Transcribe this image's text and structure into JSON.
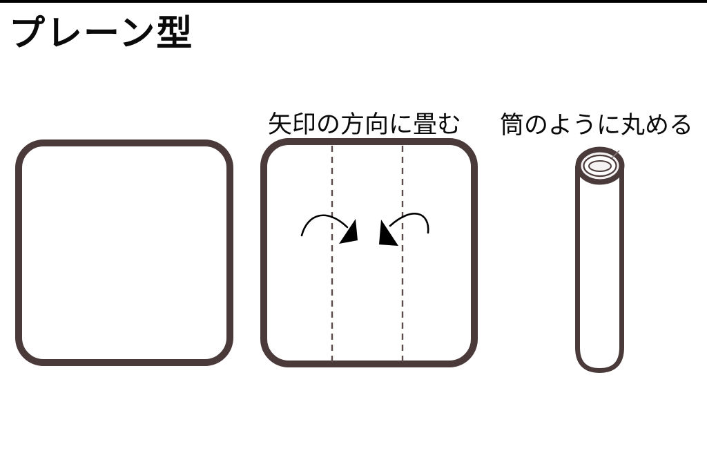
{
  "page": {
    "title": "プレーン型",
    "background_color": "#ffffff",
    "top_bar_color": "#000000"
  },
  "labels": {
    "title": "プレーン型",
    "fold_instruction": "矢印の方向に畳む",
    "roll_instruction": "筒のように丸める"
  },
  "colors": {
    "outline": "#4a3a3a",
    "fold_line": "#5c4b4b",
    "arrow": "#000000",
    "sheet_fill": "#ffffff",
    "tube_top_fill": "#f4f2f2",
    "seam_line": "#8a7d7d"
  },
  "figures": {
    "step1": {
      "name": "unfolded-sheet",
      "description": "square sheet with rounded corners"
    },
    "step2": {
      "name": "sheet-with-fold-lines",
      "description": "square sheet with two vertical dashed fold lines and two curved fold arrows"
    },
    "step3": {
      "name": "rolled-tube",
      "description": "sheet rolled into a vertical tube seen slightly from above"
    }
  }
}
